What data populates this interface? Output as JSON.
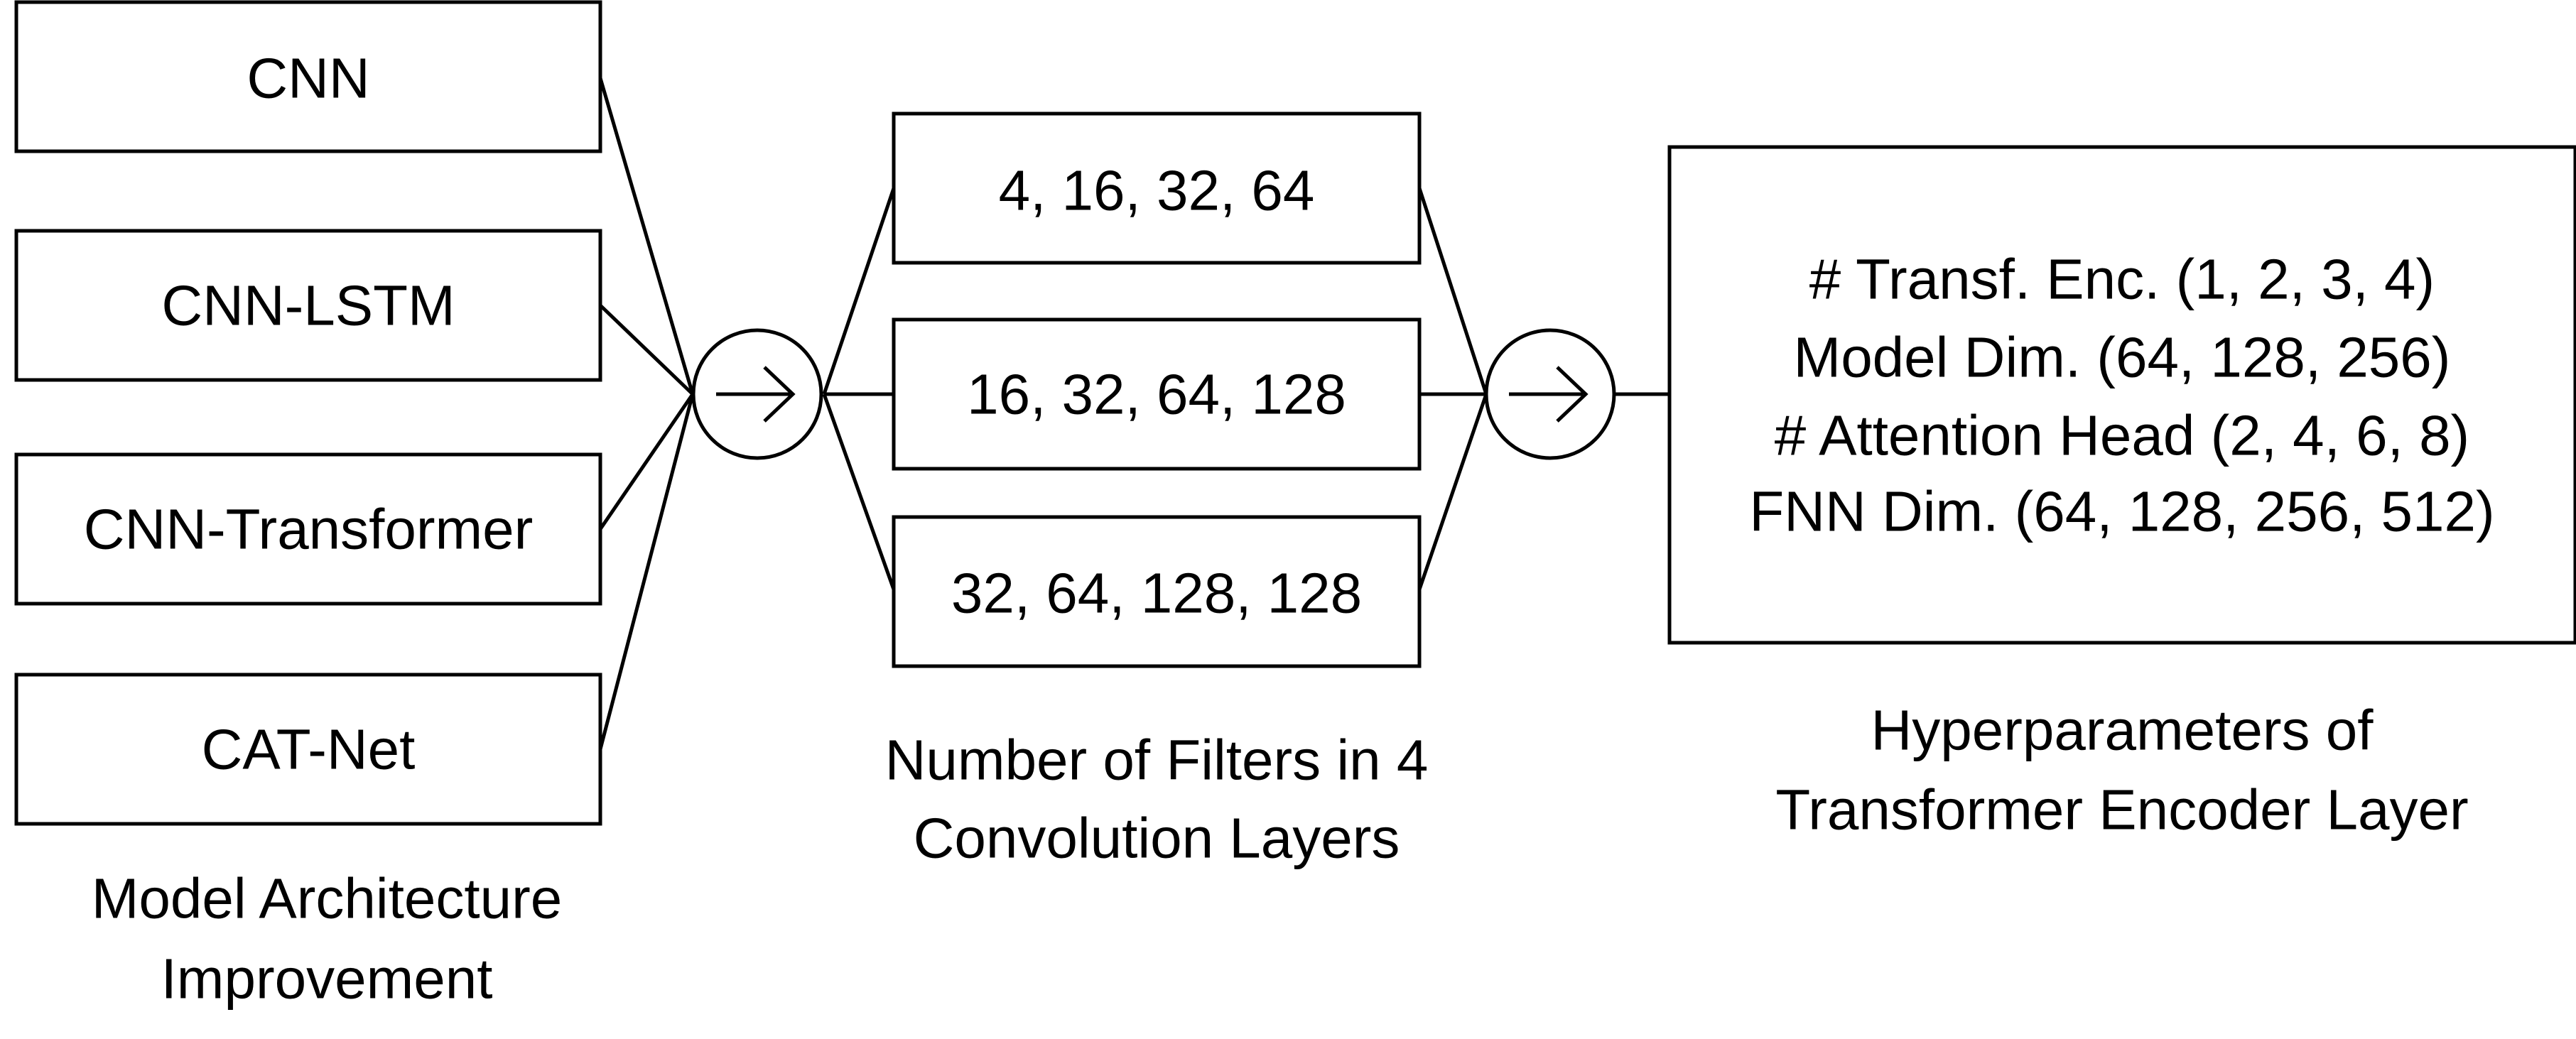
{
  "architectures": [
    "CNN",
    "CNN-LSTM",
    "CNN-Transformer",
    "CAT-Net"
  ],
  "architecture_caption": [
    "Model Architecture",
    "Improvement"
  ],
  "filter_options": [
    "4, 16, 32, 64",
    "16, 32, 64, 128",
    "32, 64, 128, 128"
  ],
  "filter_caption": [
    "Number of Filters in 4",
    "Convolution Layers"
  ],
  "transformer_hyperparameters": [
    "# Transf. Enc. (1, 2, 3, 4)",
    "Model Dim. (64, 128, 256)",
    "# Attention Head (2, 4, 6, 8)",
    "FNN Dim. (64, 128, 256, 512)"
  ],
  "transformer_caption": [
    "Hyperparameters of",
    "Transformer Encoder Layer"
  ],
  "icons": {
    "junction": "arrow-right-circle"
  },
  "colors": {
    "stroke": "#000000",
    "fill": "#ffffff"
  }
}
